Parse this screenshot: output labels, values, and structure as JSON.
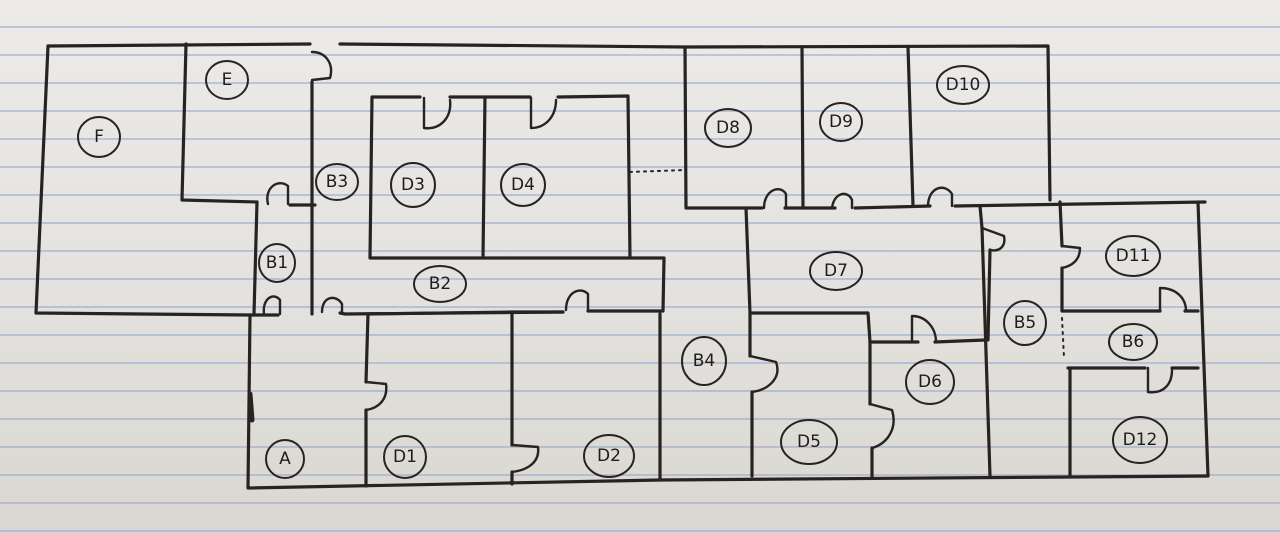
{
  "rooms": [
    {
      "id": "F",
      "label": "F"
    },
    {
      "id": "E",
      "label": "E"
    },
    {
      "id": "B3",
      "label": "B3"
    },
    {
      "id": "D3a",
      "label": "D3"
    },
    {
      "id": "D4",
      "label": "D4"
    },
    {
      "id": "D8",
      "label": "D8"
    },
    {
      "id": "D9",
      "label": "D9"
    },
    {
      "id": "D10",
      "label": "D10"
    },
    {
      "id": "B1",
      "label": "B1"
    },
    {
      "id": "B2",
      "label": "B2"
    },
    {
      "id": "D7",
      "label": "D7"
    },
    {
      "id": "D11",
      "label": "D11"
    },
    {
      "id": "B5",
      "label": "B5"
    },
    {
      "id": "B6",
      "label": "B6"
    },
    {
      "id": "B4",
      "label": "B4"
    },
    {
      "id": "D6",
      "label": "D6"
    },
    {
      "id": "D5",
      "label": "D5"
    },
    {
      "id": "D12",
      "label": "D12"
    },
    {
      "id": "A",
      "label": "A"
    },
    {
      "id": "D1",
      "label": "D1"
    },
    {
      "id": "D2",
      "label": "D2"
    }
  ]
}
